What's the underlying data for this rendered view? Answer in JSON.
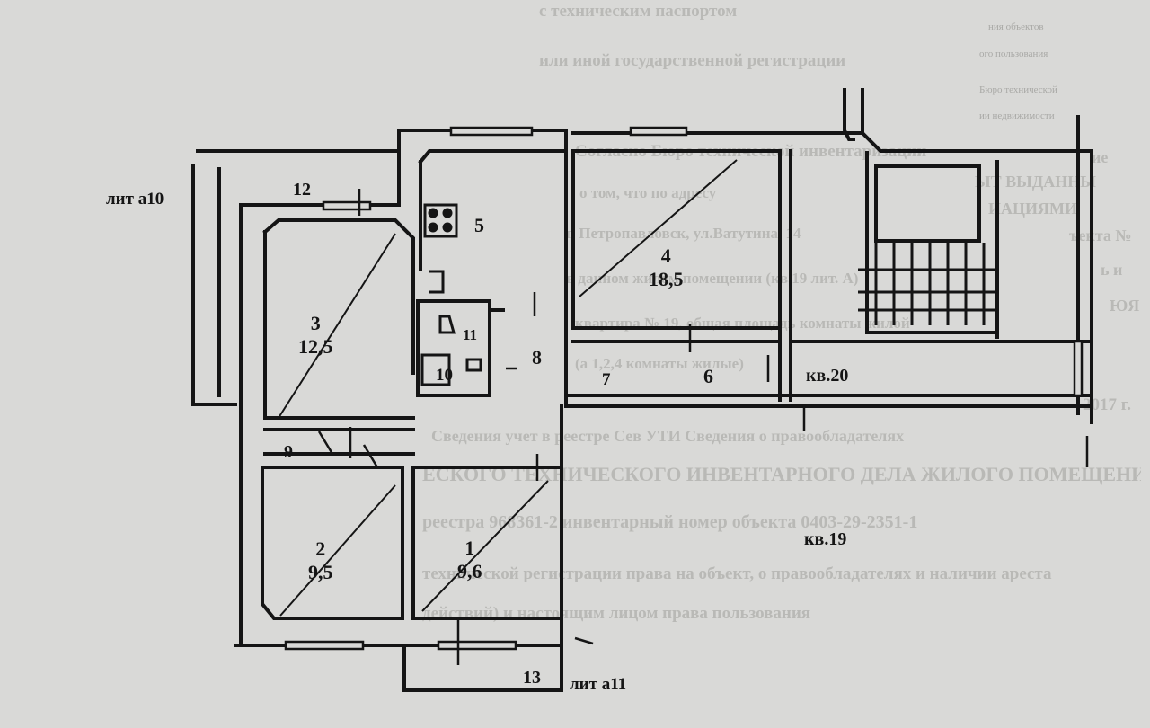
{
  "background_text": {
    "lines": [
      "с техническим паспортом",
      "или иной государственной регистрации",
      "Согласно Бюро технической инвентаризации",
      "о том, что по адресу",
      "г. Петропавловск, ул.Ватутина, 14",
      "в данном жилом помещении (кв.19 лит. А)",
      "квартира № 19, общая площадь комнаты жилой",
      "(а 1,2,4 комнаты жилые)",
      "Сведения учет в реестре Сев УТИ Сведения о правообладателях",
      "ЕСКОГО ТЕХНИЧЕСКОГО ИНВЕНТАРНОГО ДЕЛА ЖИЛОГО ПОМЕЩЕНИЯ",
      "реестра 968361-2      инвентарный номер объекта 0403-29-2351-1",
      "технической регистрации права на объект, о правообладателях и наличии ареста",
      "действий) и настоящим лицом права пользования",
      "2017 г."
    ],
    "right_small": [
      "ния объектов",
      "ого пользования",
      "Бюро технической",
      "ии недвижимости"
    ],
    "right_mid": [
      "ие",
      "ЫТ ВЫДАННЫ",
      "ИАЦИЯМИ",
      "ъекта №",
      "ь и",
      "ЮЯ"
    ]
  },
  "rooms": [
    {
      "number": "1",
      "area": "9,6"
    },
    {
      "number": "2",
      "area": "9,5"
    },
    {
      "number": "3",
      "area": "12,5"
    },
    {
      "number": "4",
      "area": "18,5"
    },
    {
      "number": "5"
    },
    {
      "number": "6"
    },
    {
      "number": "7"
    },
    {
      "number": "8"
    },
    {
      "number": "9"
    },
    {
      "number": "10"
    },
    {
      "number": "11"
    },
    {
      "number": "12"
    },
    {
      "number": "13"
    }
  ],
  "annotations": {
    "lit_a10": "лит а10",
    "lit_a11": "лит а11",
    "kv19": "кв.19",
    "kv20": "кв.20"
  },
  "colors": {
    "paper": "#d9d9d7",
    "ink": "#151515",
    "faded": "#b9b9b6"
  }
}
